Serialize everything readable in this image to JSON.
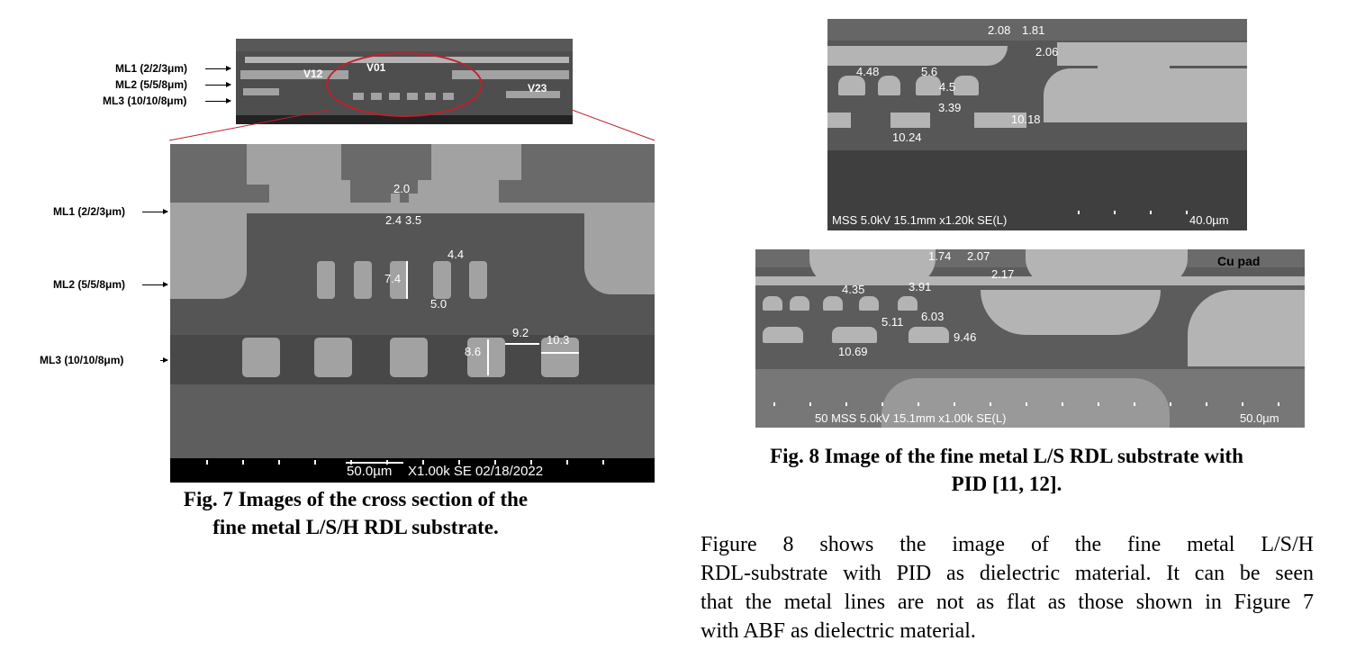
{
  "fig7": {
    "overview_labels": [
      "ML1 (2/2/3μm)",
      "ML2 (5/5/8μm)",
      "ML3 (10/10/8μm)"
    ],
    "via_labels": {
      "v12": "V12",
      "v01": "V01",
      "v23": "V23"
    },
    "layer_labels": [
      "ML1 (2/2/3μm)",
      "ML2 (5/5/8μm)",
      "ML3 (10/10/8μm)"
    ],
    "measurements": {
      "m1": "2.0",
      "m2": "2.4",
      "m3": "3.5",
      "m4": "4.4",
      "m5": "7.4",
      "m6": "5.0",
      "m7": "9.2",
      "m8": "10.3",
      "m9": "8.6"
    },
    "scale": "50.0µm",
    "info": "X1.00k SE 02/18/2022",
    "caption_line1": "Fig. 7 Images of the cross section of the",
    "caption_line2": "fine metal L/S/H RDL substrate."
  },
  "fig8": {
    "top": {
      "measurements": {
        "a": "2.08",
        "b": "1.81",
        "c": "2.06",
        "d": "4.48",
        "e": "5.6",
        "f": "4.5",
        "g": "3.39",
        "h": "10.18",
        "i": "10.24"
      },
      "info": "MSS 5.0kV 15.1mm x1.20k SE(L)",
      "scale": "40.0µm"
    },
    "bottom": {
      "cu_pad": "Cu pad",
      "measurements": {
        "a": "1.74",
        "b": "2.07",
        "c": "2.17",
        "d": "4.35",
        "e": "3.91",
        "f": "6.03",
        "g": "5.11",
        "h": "9.46",
        "i": "10.69"
      },
      "info": "50 MSS 5.0kV 15.1mm x1.00k SE(L)",
      "scale": "50.0µm"
    },
    "caption_line1": "Fig. 8 Image of the fine metal L/S RDL substrate with",
    "caption_line2": "PID [11, 12]."
  },
  "paragraph": {
    "line1": "Figure 8 shows the image of the fine metal L/S/H",
    "line2": "RDL-substrate with PID as dielectric material. It can be seen",
    "line3": "that the metal lines are not as flat as those shown in Figure 7",
    "line4": "with ABF as dielectric material."
  }
}
